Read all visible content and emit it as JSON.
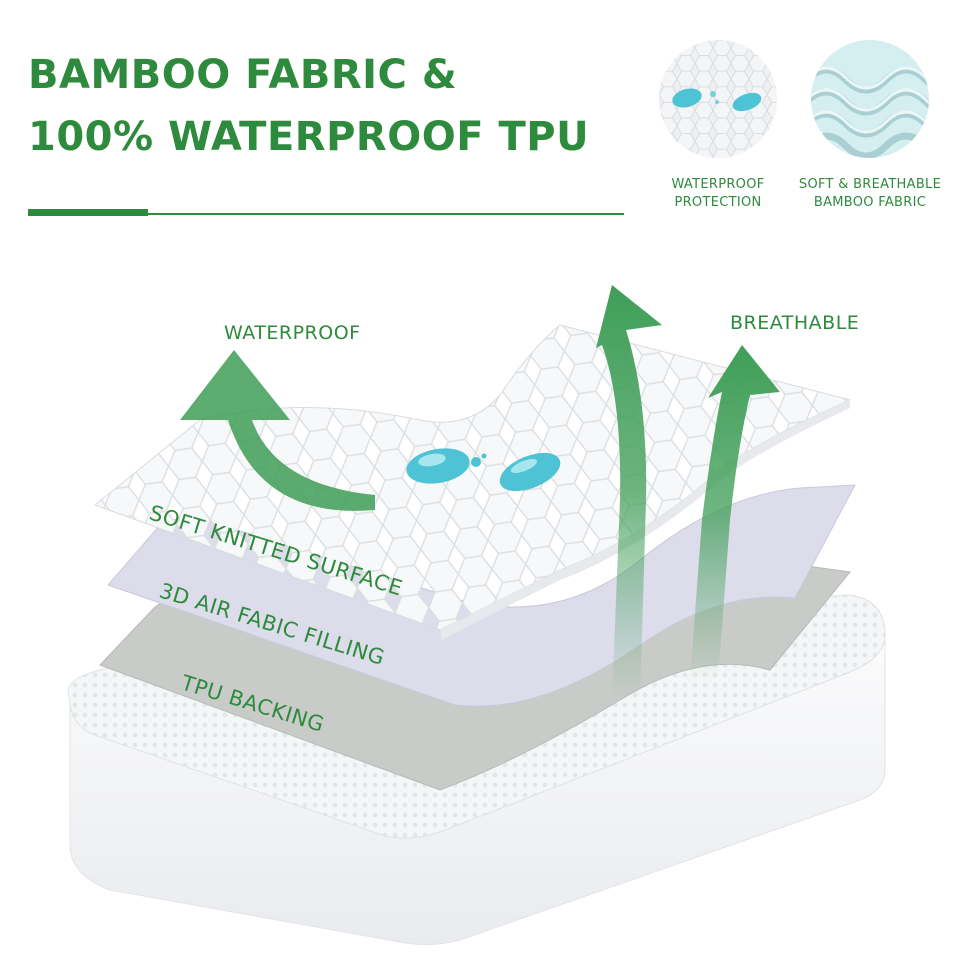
{
  "header": {
    "title_line1": "BAMBOO FABRIC &",
    "title_line2": "100% WATERPROOF TPU"
  },
  "features": [
    {
      "icon": "water-droplet-icon",
      "line1": "WATERPROOF",
      "line2": "PROTECTION"
    },
    {
      "icon": "bamboo-fiber-icon",
      "line1": "SOFT & BREATHABLE",
      "line2": "BAMBOO FABRIC"
    }
  ],
  "callouts": {
    "waterproof": "WATERPROOF",
    "breathable": "BREATHABLE"
  },
  "layers": [
    "SOFT KNITTED SURFACE",
    "3D AIR FABIC FILLING",
    "TPU BACKING"
  ],
  "colors": {
    "brand_green": "#2e8a3c",
    "arrow_green": "#3f9e57",
    "droplet_blue": "#4ec3d6",
    "filling_lavender": "#dcdcea",
    "backing_gray": "#c9cbc9"
  }
}
